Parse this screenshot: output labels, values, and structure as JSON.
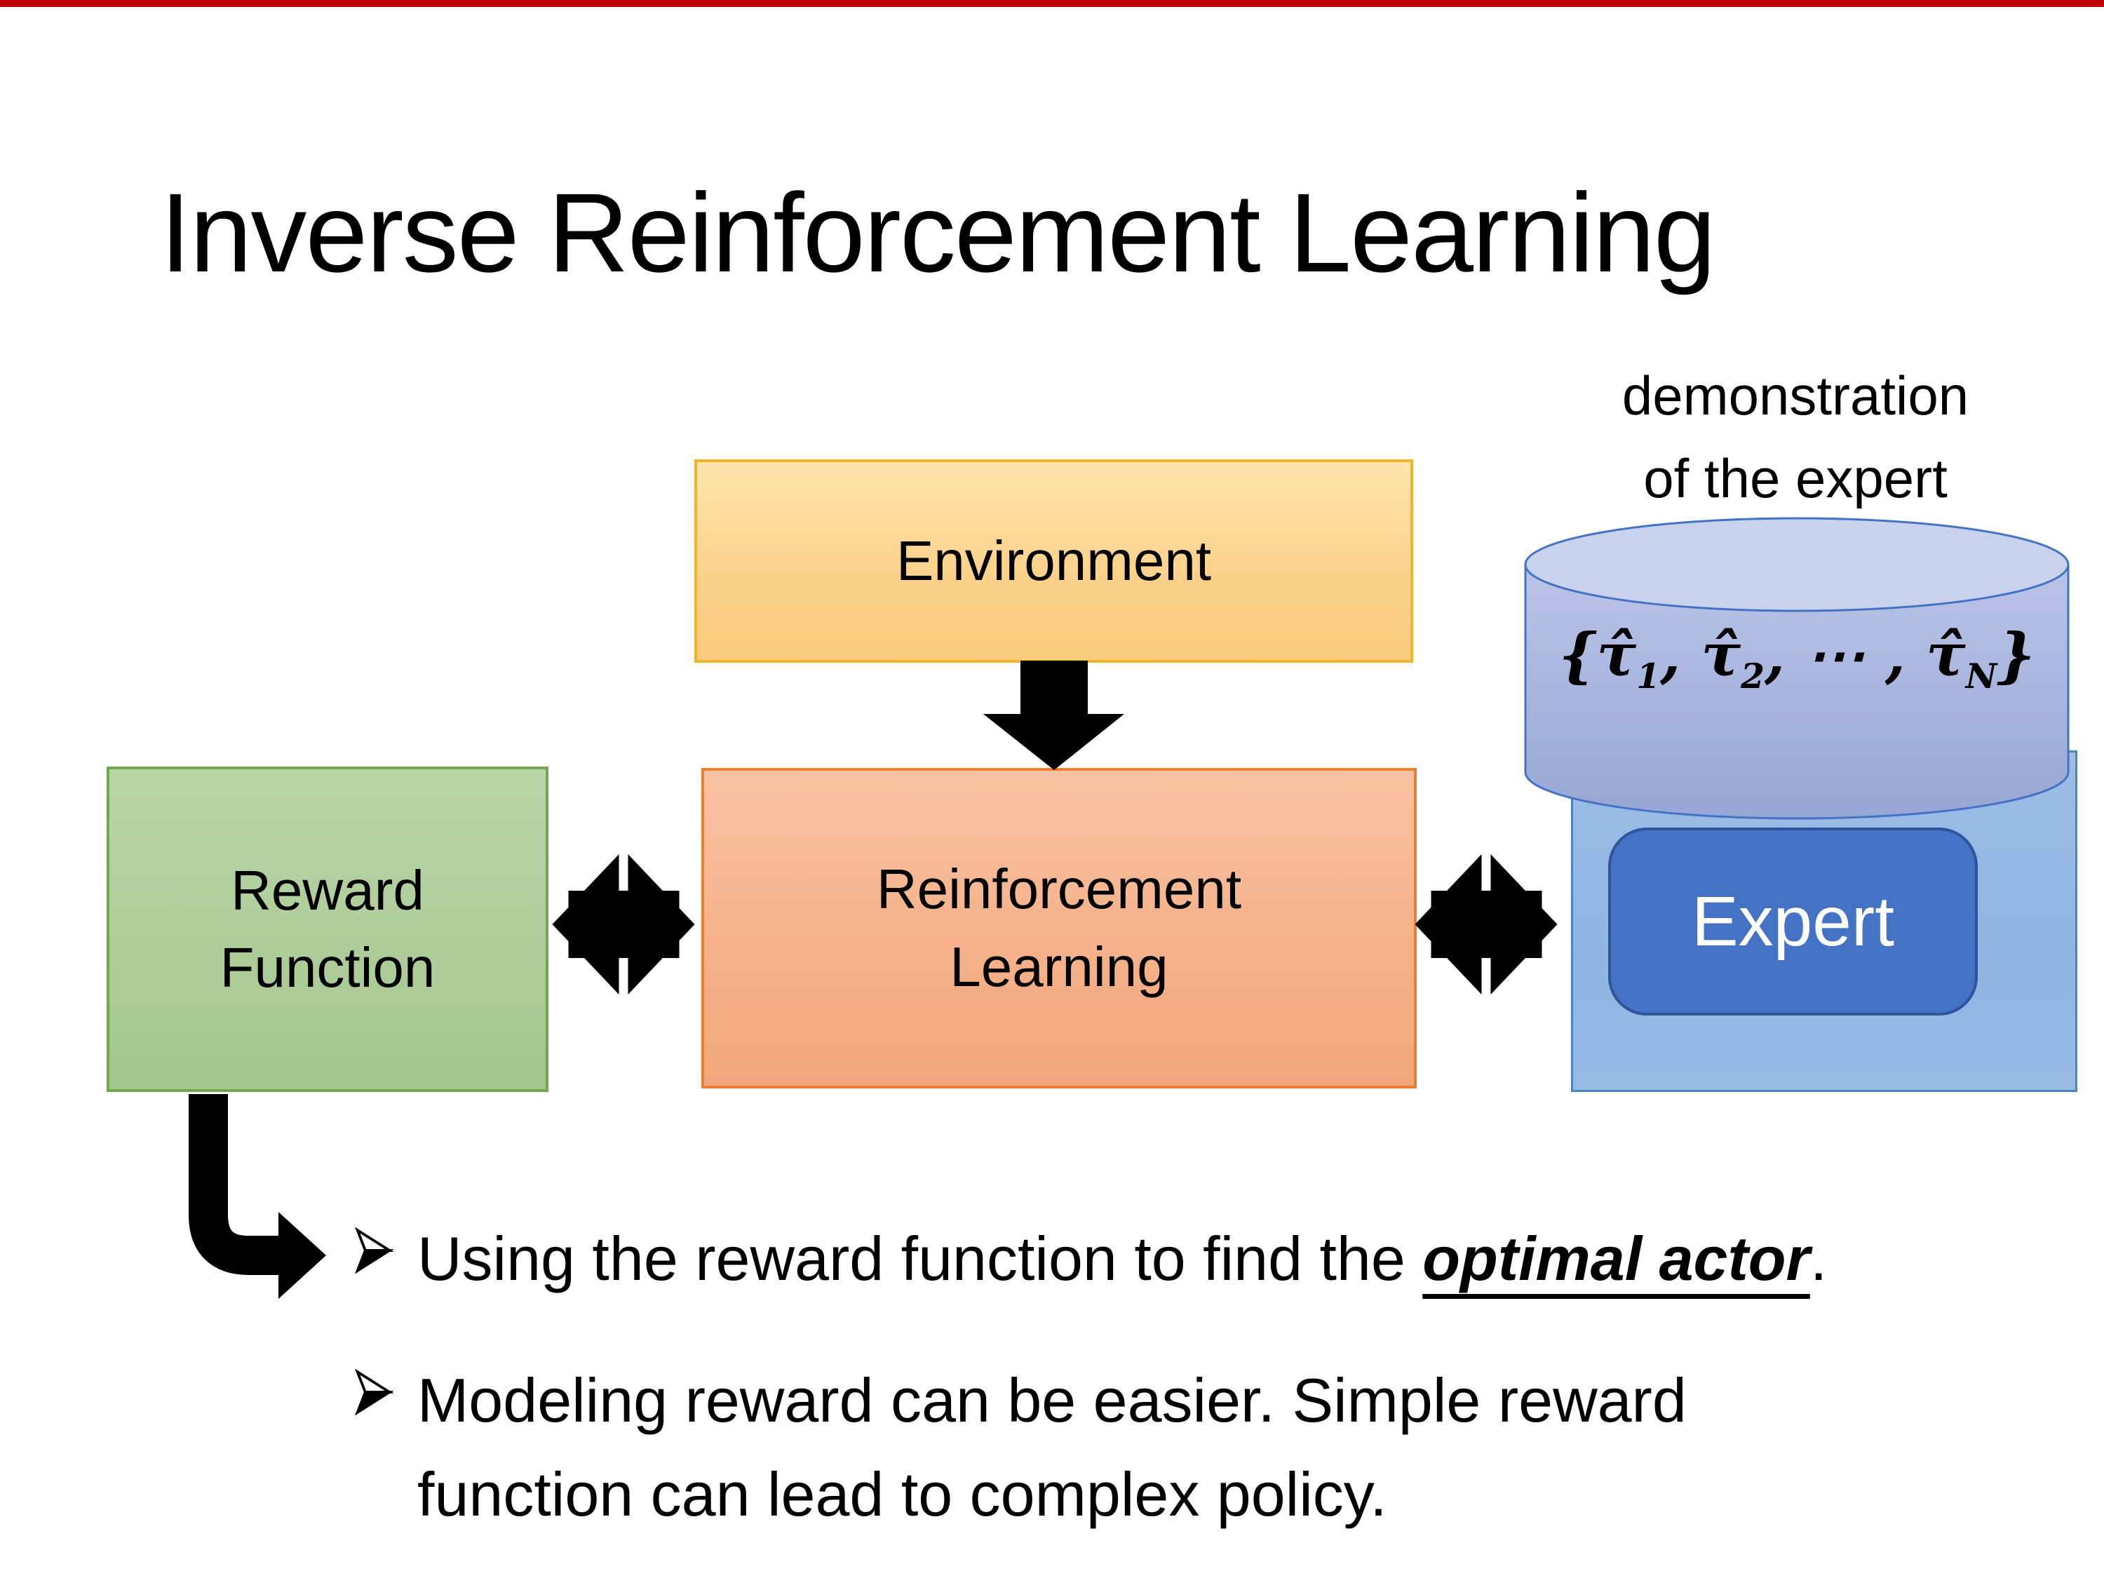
{
  "title": "Inverse Reinforcement Learning",
  "demo_label": {
    "lines": [
      "demonstration",
      "of the expert"
    ]
  },
  "boxes": {
    "environment": {
      "label": "Environment"
    },
    "reward_function": {
      "lines": [
        "Reward",
        "Function"
      ]
    },
    "reinforcement_learning": {
      "lines": [
        "Reinforcement",
        "Learning"
      ]
    },
    "expert": {
      "label": "Expert"
    }
  },
  "formula": {
    "t1": "{τ̂",
    "s1": "1",
    "t2": ", τ̂",
    "s2": "2",
    "t3": ", ⋯ , τ̂",
    "s3": "N",
    "t4": "}"
  },
  "bullets": [
    {
      "prefix": "Using the reward function to find the ",
      "emphasis": "optimal actor",
      "suffix": "."
    },
    {
      "lines": [
        "Modeling reward can be easier. Simple reward",
        "function can lead to complex policy."
      ]
    }
  ],
  "colors": {
    "top_bar": "#c00000",
    "environment_fill": "#fbd189",
    "environment_border": "#efb62c",
    "reward_fill": "#aecd9a",
    "reward_border": "#72a750",
    "rl_fill": "#f5b28a",
    "rl_border": "#ec7d31",
    "cylinder_fill": "#a6b3dc",
    "cylinder_top_fill": "#c9d2ed",
    "cylinder_border": "#4472c4",
    "expert_panel_fill": "#8fb5e2",
    "expert_panel_border": "#4b83c3",
    "expert_button_fill": "#4472c4",
    "expert_button_border": "#30549b",
    "arrow_color": "#000000"
  }
}
